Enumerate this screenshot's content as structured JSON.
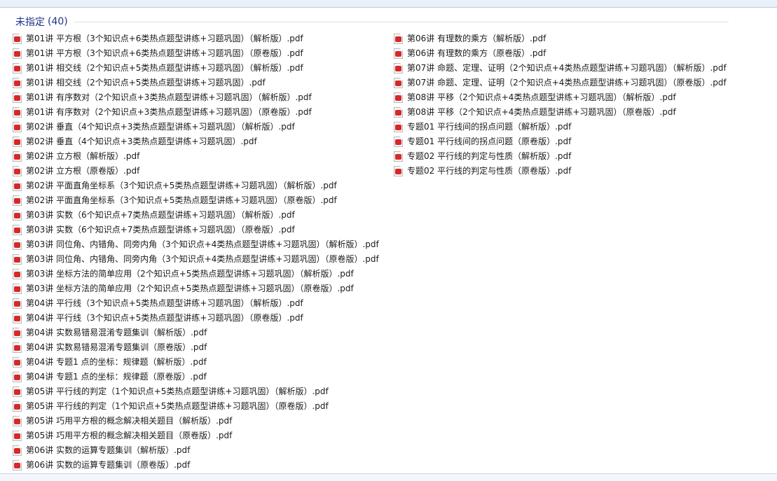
{
  "group": {
    "name": "未指定",
    "count": "(40)"
  },
  "file_type_icon": "pdf-file-icon",
  "accent_color": "#1e3287",
  "left_files": [
    "第01讲 平方根（3个知识点+6类热点题型讲练+习题巩固）（解析版）.pdf",
    "第01讲 平方根（3个知识点+6类热点题型讲练+习题巩固）（原卷版）.pdf",
    "第01讲 相交线（2个知识点+5类热点题型讲练+习题巩固）（解析版）.pdf",
    "第01讲 相交线（2个知识点+5类热点题型讲练+习题巩固）.pdf",
    "第01讲 有序数对（2个知识点+3类热点题型讲练+习题巩固）（解析版）.pdf",
    "第01讲 有序数对（2个知识点+3类热点题型讲练+习题巩固）（原卷版）.pdf",
    "第02讲 垂直（4个知识点+3类热点题型讲练+习题巩固）（解析版）.pdf",
    "第02讲 垂直（4个知识点+3类热点题型讲练+习题巩固）.pdf",
    "第02讲 立方根（解析版）.pdf",
    "第02讲 立方根（原卷版）.pdf",
    "第02讲 平面直角坐标系（3个知识点+5类热点题型讲练+习题巩固）（解析版）.pdf",
    "第02讲 平面直角坐标系（3个知识点+5类热点题型讲练+习题巩固）（原卷版）.pdf",
    "第03讲 实数（6个知识点+7类热点题型讲练+习题巩固）（解析版）.pdf",
    "第03讲 实数（6个知识点+7类热点题型讲练+习题巩固）（原卷版）.pdf",
    "第03讲 同位角、内错角、同旁内角（3个知识点+4类热点题型讲练+习题巩固）（解析版）.pdf",
    "第03讲 同位角、内错角、同旁内角（3个知识点+4类热点题型讲练+习题巩固）（原卷版）.pdf",
    "第03讲 坐标方法的简单应用（2个知识点+5类热点题型讲练+习题巩固）（解析版）.pdf",
    "第03讲 坐标方法的简单应用（2个知识点+5类热点题型讲练+习题巩固）（原卷版）.pdf",
    "第04讲 平行线（3个知识点+5类热点题型讲练+习题巩固）（解析版）.pdf",
    "第04讲 平行线（3个知识点+5类热点题型讲练+习题巩固）（原卷版）.pdf",
    "第04讲 实数易错易混淆专题集训（解析版）.pdf",
    "第04讲 实数易错易混淆专题集训（原卷版）.pdf",
    "第04讲 专题1 点的坐标：规律题（解析版）.pdf",
    "第04讲 专题1 点的坐标：规律题（原卷版）.pdf",
    "第05讲 平行线的判定（1个知识点+5类热点题型讲练+习题巩固）（解析版）.pdf",
    "第05讲 平行线的判定（1个知识点+5类热点题型讲练+习题巩固）（原卷版）.pdf",
    "第05讲 巧用平方根的概念解决相关题目（解析版）.pdf",
    "第05讲 巧用平方根的概念解决相关题目（原卷版）.pdf",
    "第06讲 实数的运算专题集训（解析版）.pdf",
    "第06讲 实数的运算专题集训（原卷版）.pdf"
  ],
  "right_files": [
    "第06讲 有理数的乘方（解析版）.pdf",
    "第06讲 有理数的乘方（原卷版）.pdf",
    "第07讲 命题、定理、证明（2个知识点+4类热点题型讲练+习题巩固）（解析版）.pdf",
    "第07讲 命题、定理、证明（2个知识点+4类热点题型讲练+习题巩固）（原卷版）.pdf",
    "第08讲 平移（2个知识点+4类热点题型讲练+习题巩固）（解析版）.pdf",
    "第08讲 平移（2个知识点+4类热点题型讲练+习题巩固）（原卷版）.pdf",
    "专题01 平行线间的拐点问题（解析版）.pdf",
    "专题01 平行线间的拐点问题（原卷版）.pdf",
    "专题02 平行线的判定与性质（解析版）.pdf",
    "专题02 平行线的判定与性质（原卷版）.pdf"
  ]
}
